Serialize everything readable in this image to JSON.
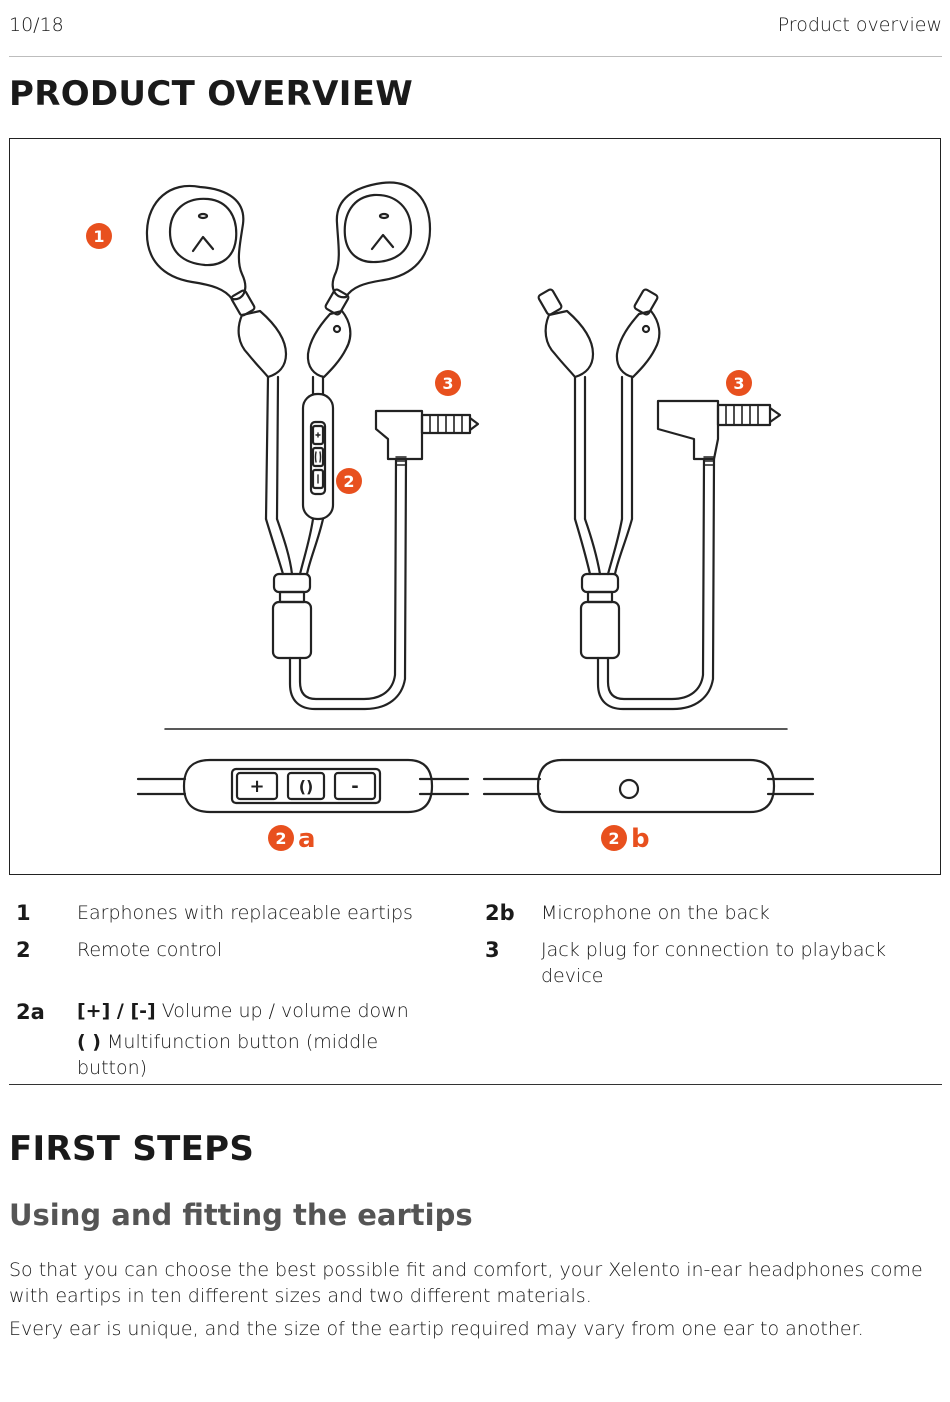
{
  "header": {
    "page_number": "10/18",
    "section": "Product overview"
  },
  "title": "PRODUCT OVERVIEW",
  "figure": {
    "callouts": {
      "c1": "1",
      "c2": "2",
      "c3_left": "3",
      "c3_right": "3",
      "c2a_num": "2",
      "c2a_suffix": "a",
      "c2b_num": "2",
      "c2b_suffix": "b"
    },
    "remote_buttons": [
      "+",
      "()",
      "-"
    ],
    "accent_color": "#e8501e"
  },
  "legend": {
    "items": [
      {
        "num": "1",
        "text": "Earphones with replaceable eartips"
      },
      {
        "num": "2",
        "text": "Remote control"
      },
      {
        "num": "2b",
        "text": "Microphone on the back"
      },
      {
        "num": "3",
        "text": "Jack plug for connection to playback device"
      }
    ],
    "item_2a": {
      "num": "2a",
      "line1_bold": "[+] / [-]",
      "line1_text": " Volume up / volume down",
      "line2_bold": "( )",
      "line2_text": " Multifunction button (middle button)"
    }
  },
  "first_steps": {
    "title": "FIRST STEPS",
    "subtitle": "Using and fitting the eartips",
    "para1": "So that you can choose the best possible fit and comfort, your Xelento in-ear headphones come with eartips in ten different sizes and two different materials.",
    "para2": "Every ear is unique, and the size of the eartip required may vary from one ear to another."
  }
}
